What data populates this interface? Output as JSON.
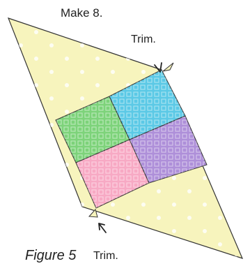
{
  "labels": {
    "instruction": "Make 8.",
    "trim_top": "Trim.",
    "trim_bottom": "Trim.",
    "figure": "Figure 5"
  },
  "colors": {
    "background_fabric": "#f7f4bd",
    "green_square": "#7dd37a",
    "blue_square": "#5bc9e6",
    "pink_square": "#f7a9c4",
    "purple_square": "#ae8fd9",
    "outline": "#333333"
  }
}
